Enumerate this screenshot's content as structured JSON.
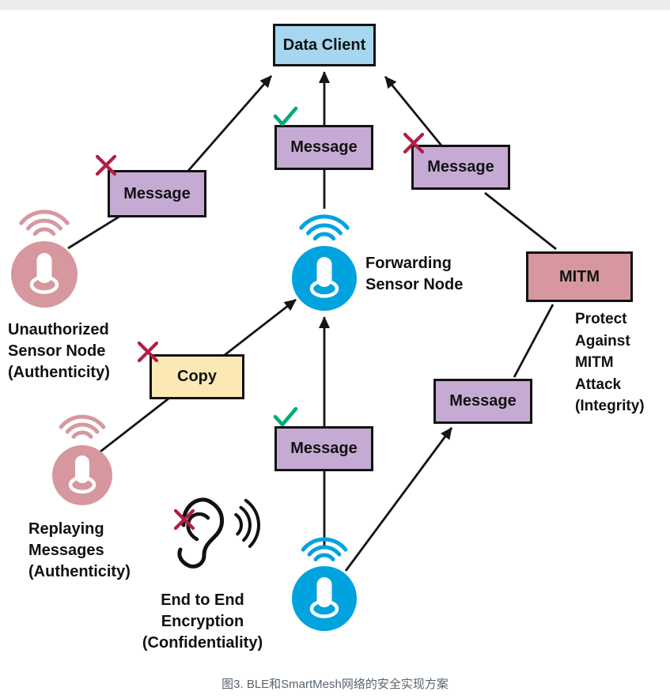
{
  "figure": {
    "caption": "图3. BLE和SmartMesh网络的安全实现方案"
  },
  "boxes": {
    "data_client": "Data Client",
    "message_left": "Message",
    "message_top_center": "Message",
    "message_top_right": "Message",
    "message_bottom_center": "Message",
    "message_bottom_right": "Message",
    "copy": "Copy",
    "mitm": "MITM"
  },
  "labels": {
    "forwarding_sensor_node": "Forwarding\nSensor Node",
    "unauthorized_sensor_node": "Unauthorized\nSensor Node\n(Authenticity)",
    "replaying_messages": "Replaying\nMessages\n(Authenticity)",
    "end_to_end_encryption": "End to End\nEncryption\n(Confidentiality)",
    "mitm_note": "Protect\nAgainst\nMITM\nAttack\n(Integrity)"
  },
  "icons": {
    "check_icon": "✓",
    "reject_x_icon": "✗",
    "sensor_node_icon": "cylinder with broadcast arcs",
    "ear_icon": "ear with sound waves"
  },
  "colors": {
    "data_client_bg": "#a6d7ee",
    "message_bg": "#c5abd3",
    "copy_bg": "#fbe8b4",
    "mitm_bg": "#d6989e",
    "sensor_blue": "#00a3dd",
    "sensor_pink": "#d6989e",
    "check_green": "#00a97a",
    "reject_red": "#b21e45",
    "arrow_black": "#151515"
  }
}
